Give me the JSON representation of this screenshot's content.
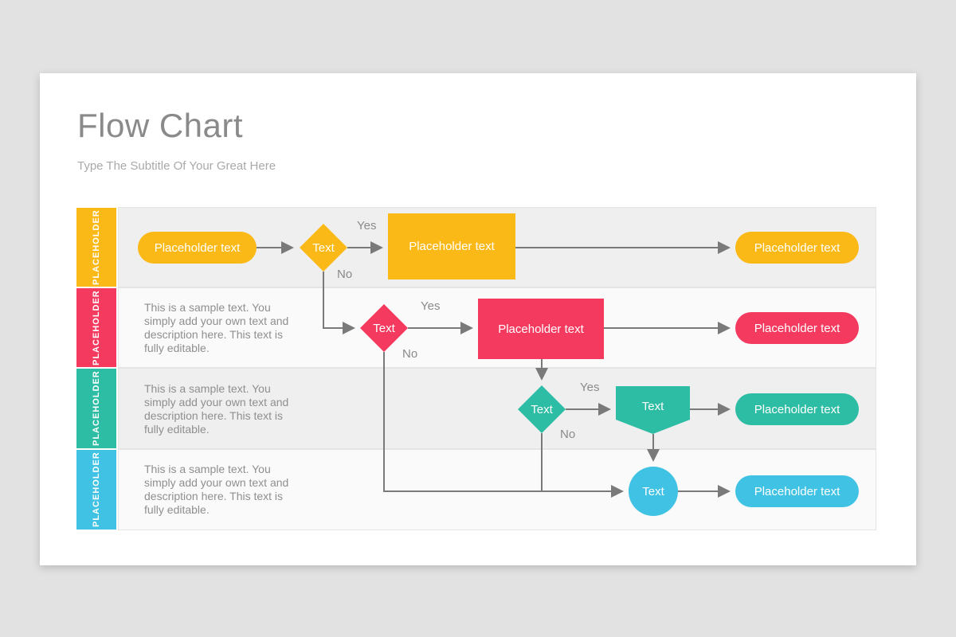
{
  "slide": {
    "title": "Flow Chart",
    "subtitle": "Type The Subtitle Of Your Great Here"
  },
  "colors": {
    "yellow": "#FBB917",
    "pink": "#F43A5F",
    "teal": "#2DBCA4",
    "cyan": "#3FC2E4",
    "connector": "#7A7A7A"
  },
  "lanes": [
    {
      "label": "PLACEHOLDER",
      "color": "#FBB917"
    },
    {
      "label": "PLACEHOLDER",
      "color": "#F43A5F"
    },
    {
      "label": "PLACEHOLDER",
      "color": "#2DBCA4"
    },
    {
      "label": "PLACEHOLDER",
      "color": "#3FC2E4"
    }
  ],
  "flow": {
    "row1": {
      "start": "Placeholder text",
      "decision": "Text",
      "yes": "Yes",
      "no": "No",
      "process": "Placeholder text",
      "end": "Placeholder text"
    },
    "row2": {
      "description": "This is a sample text. You simply add your own text and description here. This text is fully editable.",
      "decision": "Text",
      "yes": "Yes",
      "no": "No",
      "process": "Placeholder text",
      "end": "Placeholder text"
    },
    "row3": {
      "description": "This is a sample text. You simply add your own text and description here. This text is fully editable.",
      "decision": "Text",
      "yes": "Yes",
      "no": "No",
      "operation": "Text",
      "end": "Placeholder text"
    },
    "row4": {
      "description": "This is a sample text. You simply add your own text and description here. This text is fully editable.",
      "terminator": "Text",
      "end": "Placeholder text"
    }
  }
}
